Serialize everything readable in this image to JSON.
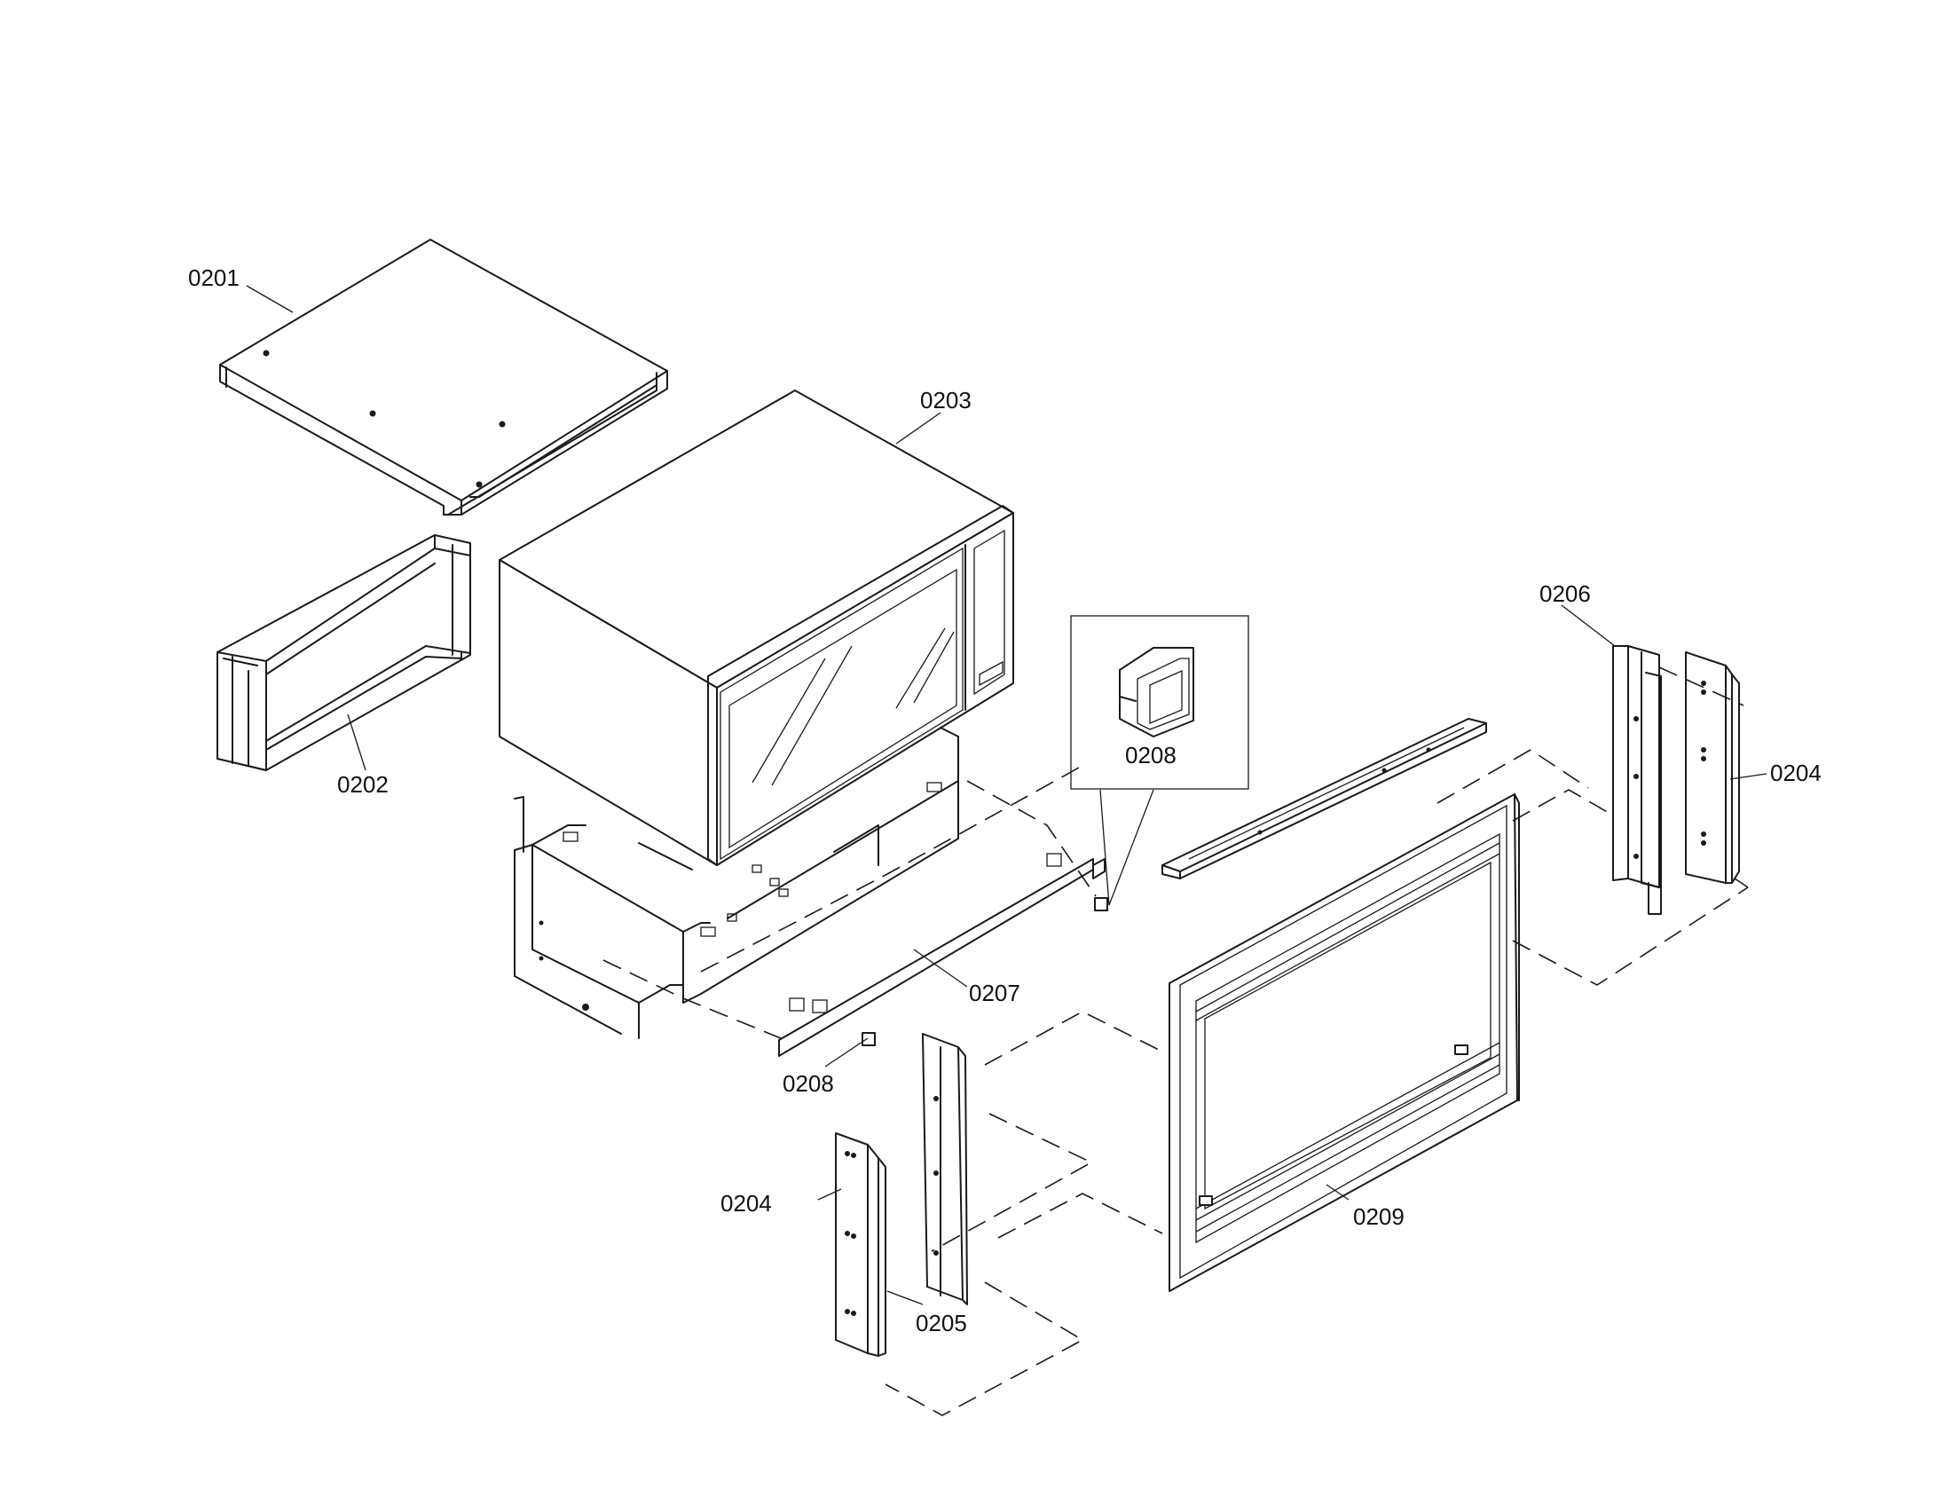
{
  "labels": {
    "p0201": "0201",
    "p0202": "0202",
    "p0203": "0203",
    "p0204a": "0204",
    "p0204b": "0204",
    "p0205": "0205",
    "p0206": "0206",
    "p0207": "0207",
    "p0208a": "0208",
    "p0208b": "0208",
    "p0209": "0209"
  }
}
